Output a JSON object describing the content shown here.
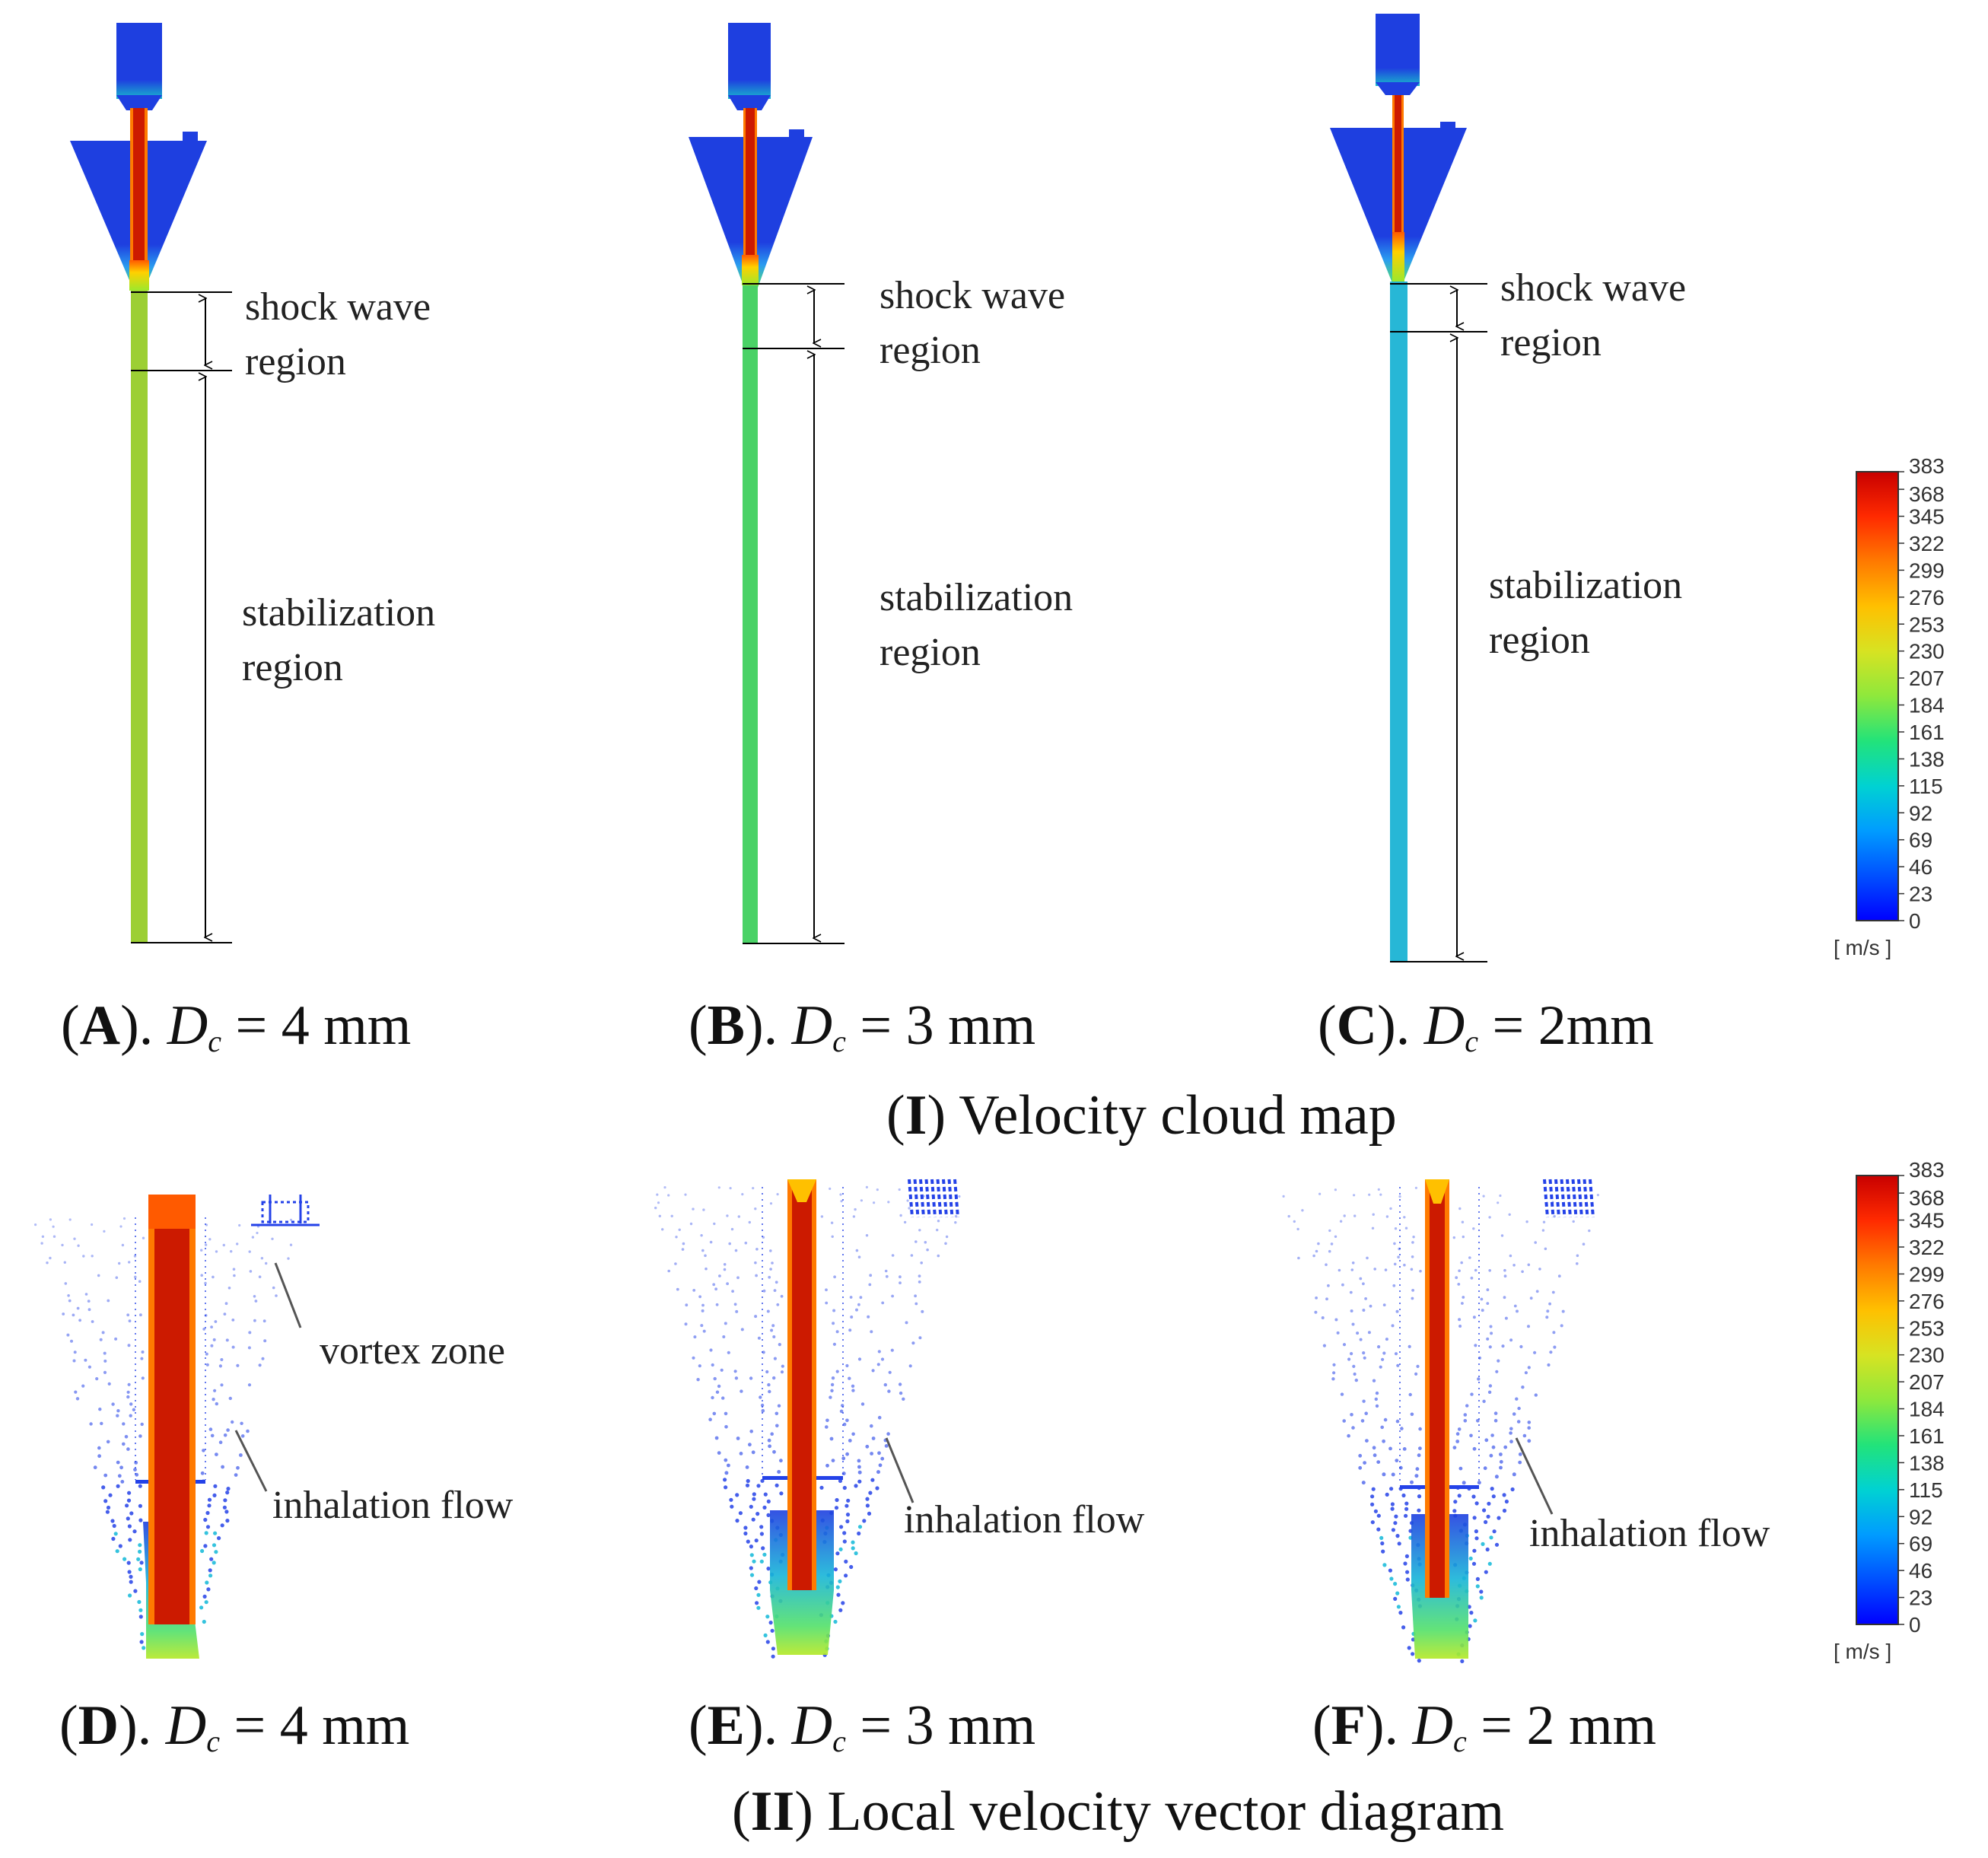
{
  "section_titles": {
    "top": {
      "numeral": "I",
      "text": " Velocity cloud map"
    },
    "bottom": {
      "numeral": "II",
      "text": " Local velocity vector diagram"
    }
  },
  "panels": [
    {
      "letter": "A",
      "dc_value": "4 mm"
    },
    {
      "letter": "B",
      "dc_value": "3 mm"
    },
    {
      "letter": "C",
      "dc_value": "2mm"
    },
    {
      "letter": "D",
      "dc_value": "4 mm"
    },
    {
      "letter": "E",
      "dc_value": "3 mm"
    },
    {
      "letter": "F",
      "dc_value": "2 mm"
    }
  ],
  "caption_parts": {
    "open": "(",
    "close": "). ",
    "symbol": "D",
    "subscript": "c",
    "equals": " = "
  },
  "top_labels": {
    "shock_line1": "shock wave",
    "shock_line2": "region",
    "stab_line1": "stabilization",
    "stab_line2": "region"
  },
  "bottom_labels": {
    "vortex": "vortex zone",
    "inhalation": "inhalation flow"
  },
  "colorbar": {
    "unit": "[ m/s ]",
    "ticks": [
      "383",
      "368",
      "345",
      "322",
      "299",
      "276",
      "253",
      "230",
      "207",
      "184",
      "161",
      "138",
      "115",
      "92",
      "69",
      "46",
      "23",
      "0"
    ],
    "colors": [
      "#0000ff",
      "#0050ff",
      "#009cff",
      "#00d2d2",
      "#22e37a",
      "#8ee83c",
      "#d7e322",
      "#ffc000",
      "#ff7a00",
      "#ff2a00",
      "#c80000"
    ]
  },
  "flow_colors": {
    "nozzle_body": "#1e3fe0",
    "jet_core": "#cc1a00",
    "tube_a": "#9ccf34",
    "tube_b": "#4ad266",
    "tube_c": "#27b7d6",
    "vector_blue": "#2442e8"
  }
}
